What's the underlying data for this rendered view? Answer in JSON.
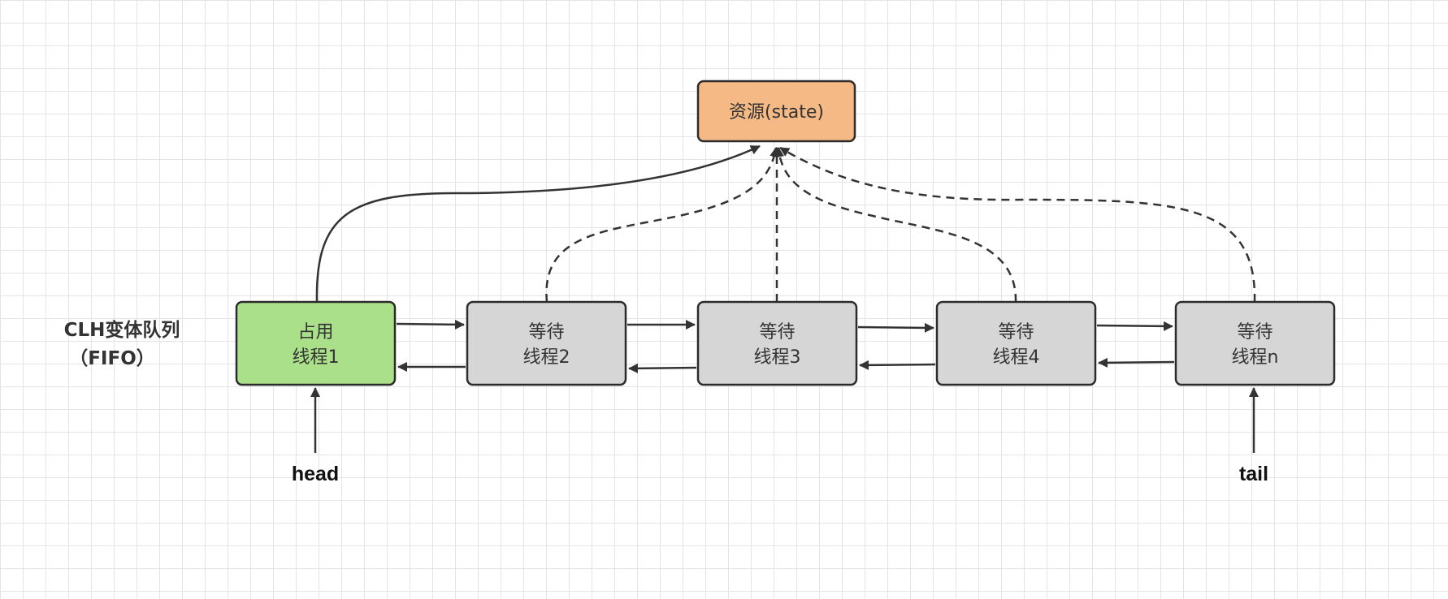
{
  "resource": {
    "label": "资源(state)",
    "color": "#f5b985"
  },
  "queue": {
    "title_line1": "CLH变体队列",
    "title_line2": "（FIFO）"
  },
  "nodes": [
    {
      "line1": "占用",
      "line2": "线程1",
      "state": "occupied",
      "color": "#abe08a"
    },
    {
      "line1": "等待",
      "line2": "线程2",
      "state": "waiting",
      "color": "#d6d6d6"
    },
    {
      "line1": "等待",
      "line2": "线程3",
      "state": "waiting",
      "color": "#d6d6d6"
    },
    {
      "line1": "等待",
      "line2": "线程4",
      "state": "waiting",
      "color": "#d6d6d6"
    },
    {
      "line1": "等待",
      "line2": "线程n",
      "state": "waiting",
      "color": "#d6d6d6"
    }
  ],
  "pointers": {
    "head": "head",
    "tail": "tail"
  }
}
